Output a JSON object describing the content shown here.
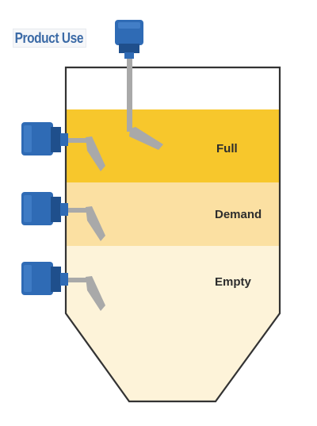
{
  "title": "Product Use",
  "levels": [
    {
      "label": "Full",
      "color": "#f7c72c"
    },
    {
      "label": "Demand",
      "color": "#fbe0a2"
    },
    {
      "label": "Empty",
      "color": "#fdf3d9"
    }
  ],
  "colors": {
    "sensor_blue": "#2f6bb5",
    "sensor_blue_dark": "#1f4f8c",
    "paddle_gray": "#a9a9a9",
    "vessel_outline": "#333333"
  },
  "icons": {
    "top_sensor": "rotating-paddle-level-switch-icon",
    "side_sensor": "rotating-paddle-level-switch-icon"
  }
}
